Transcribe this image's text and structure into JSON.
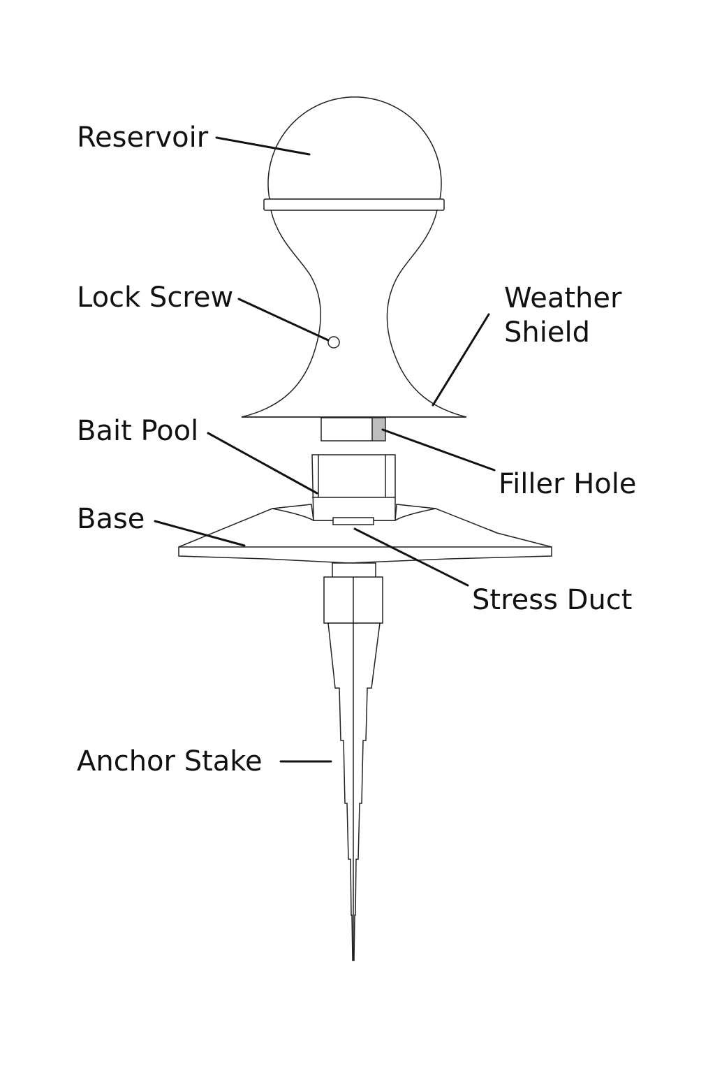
{
  "diagram": {
    "labels": {
      "reservoir": "Reservoir",
      "lock_screw": "Lock Screw",
      "weather_shield_line1": "Weather",
      "weather_shield_line2": "Shield",
      "bait_pool": "Bait Pool",
      "filler_hole": "Filler Hole",
      "base": "Base",
      "stress_duct": "Stress Duct",
      "anchor_stake": "Anchor Stake"
    }
  }
}
